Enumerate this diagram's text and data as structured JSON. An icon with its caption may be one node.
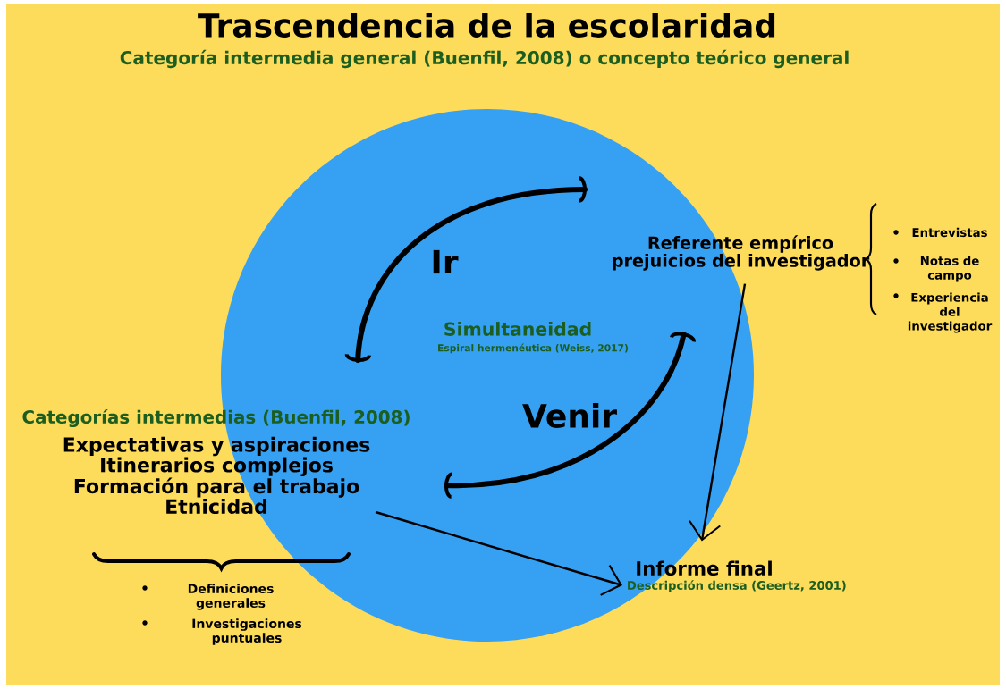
{
  "diagram": {
    "title": "Trascendencia de la escolaridad",
    "nodes": [
      {
        "text": [
          "Referente empírico",
          "prejuicios del investigador"
        ],
        "beside": [
          "Entrevistas",
          "Notas de campo",
          "Experiencia del investigador"
        ]
      },
      {
        "text": [
          "Categorías intermedias (Buenfil, 2008)",
          "Expectativas y aspiraciones",
          "Itinerarios complejos",
          "Formación para el trabajo",
          "Etnicidad"
        ],
        "beside": [
          "Definiciones generales",
          "Investigaciones puntuales"
        ]
      },
      {
        "text": [
          "Informe final",
          "Descripción densa (Geertz, 2001)"
        ]
      }
    ],
    "edges": [
      {
        "from": 0,
        "to": 2,
        "arrow": "to"
      },
      {
        "from": 1,
        "to": 2,
        "arrow": "to"
      }
    ],
    "labels": [
      "Categoría intermedia general (Buenfil, 2008) o concepto teórico general",
      "Ir",
      "Simultaneidad",
      "Espiral hermenéutica (Weiss, 2017)",
      "Venir"
    ]
  }
}
